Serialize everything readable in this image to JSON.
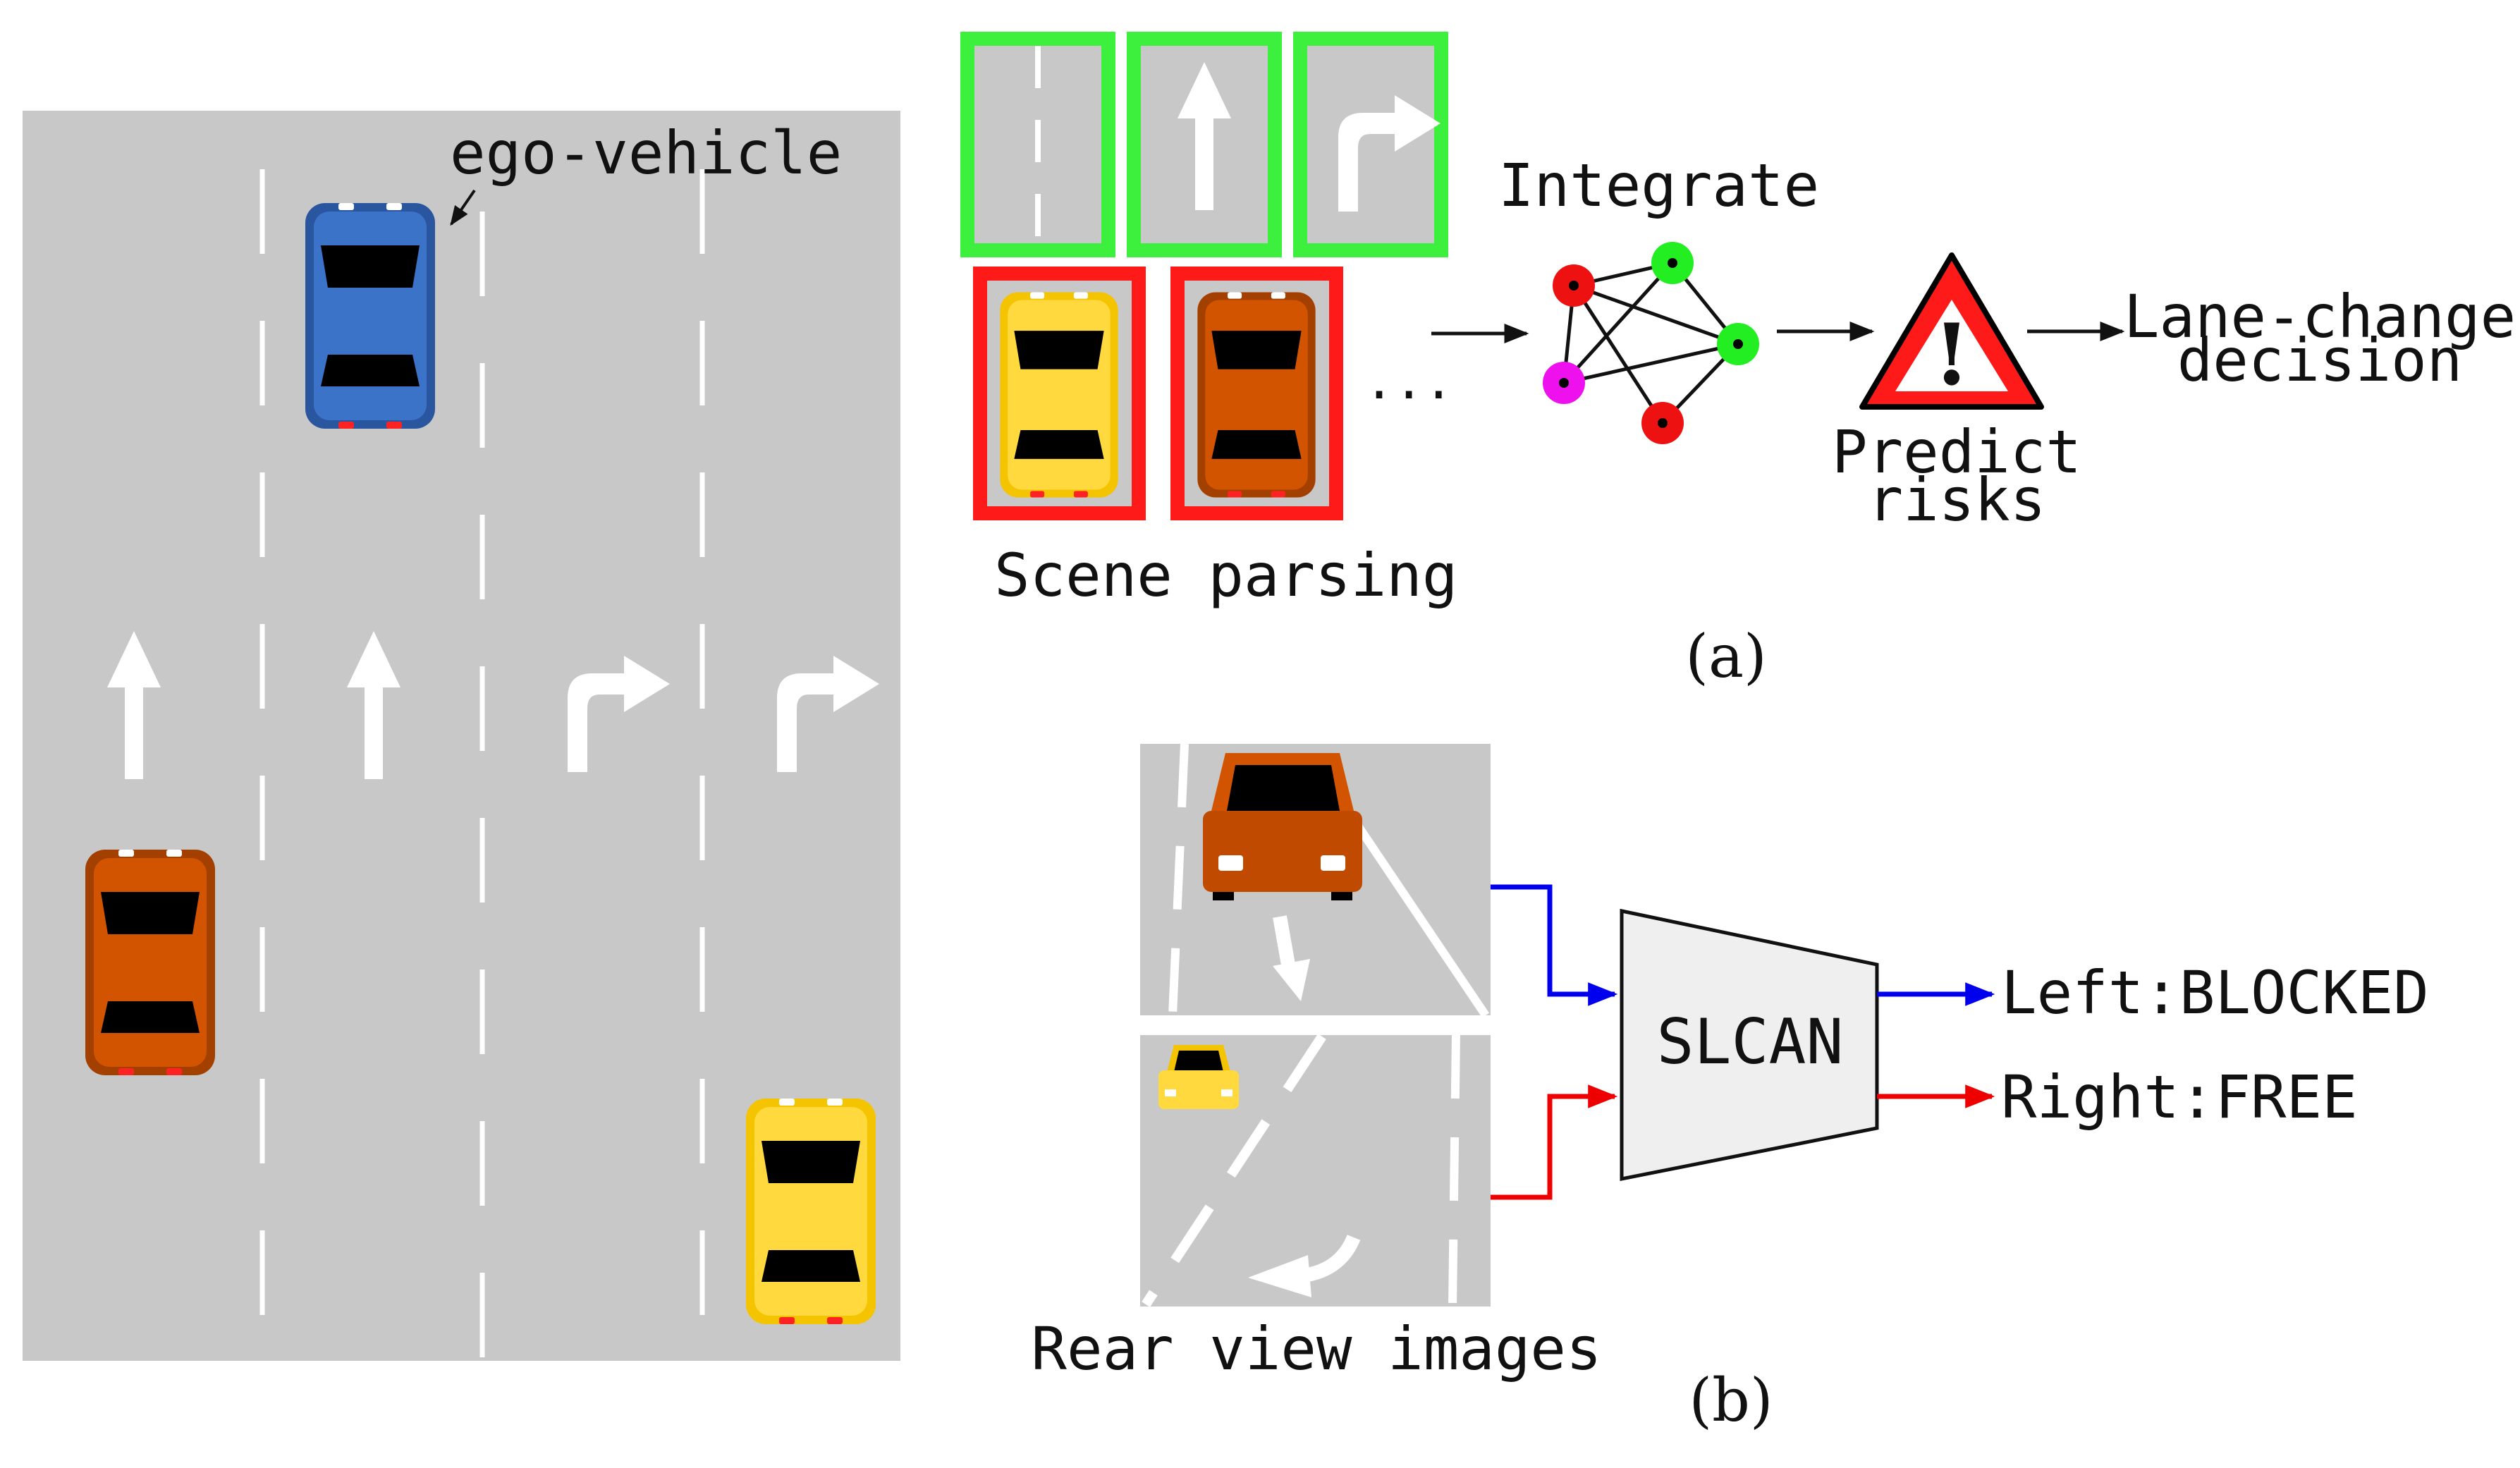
{
  "colors": {
    "road": "#c8c8c8",
    "lane_mark": "#ffffff",
    "car_blue": "#3a73c8",
    "car_blue_dark": "#2a56a0",
    "car_orange": "#d35400",
    "car_orange_dark": "#a34000",
    "car_yellow": "#ffd93d",
    "car_yellow_dark": "#f5c400",
    "box_green": "#3df03d",
    "box_red": "#ff1a1a",
    "node_red": "#ee1111",
    "node_green": "#22ee22",
    "node_magenta": "#ee11ee",
    "arrow_blue": "#0000ee",
    "arrow_red": "#ee0000",
    "trapezoid_fill": "#efefef"
  },
  "road_view": {
    "ego_label": "ego-vehicle"
  },
  "panel_a": {
    "integrate_label": "Integrate",
    "ellipsis": "...",
    "scene_parsing_label": "Scene parsing",
    "predict_line1": "Predict",
    "predict_line2": "risks",
    "warning_glyph": "!",
    "decision_line1": "Lane-change",
    "decision_line2": "decision",
    "panel_label": "(a)"
  },
  "panel_b": {
    "model_label": "SLCAN",
    "left_key": "Left:",
    "left_value": "BLOCKED",
    "right_key": "Right:",
    "right_value": "FREE",
    "rear_view_label": "Rear view images",
    "panel_label": "(b)"
  }
}
